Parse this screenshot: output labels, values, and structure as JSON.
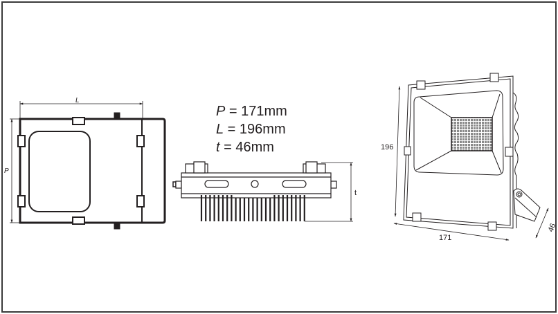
{
  "front_view": {
    "label_length": "L",
    "label_height": "P"
  },
  "specs": [
    {
      "symbol": "P",
      "value": " = 171mm"
    },
    {
      "symbol": "L",
      "value": " = 196mm"
    },
    {
      "symbol": "t",
      "value": " = 46mm"
    }
  ],
  "side_view": {
    "label_thickness": "t"
  },
  "perspective_view": {
    "height": "196",
    "width": "171",
    "depth": "46"
  },
  "colors": {
    "line": "#231f20",
    "frame": "#3a3a3a"
  }
}
